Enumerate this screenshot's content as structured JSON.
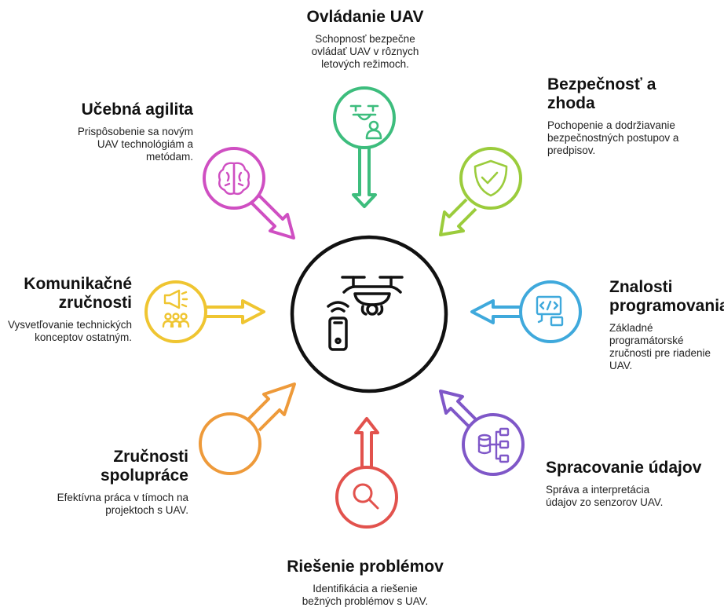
{
  "center": {
    "icon": "drone-with-remote-icon"
  },
  "skills": [
    {
      "key": "ovladanie",
      "title": "Ovládanie UAV",
      "description": "Schopnosť bezpečne ovládať UAV v rôznych letových režimoch.",
      "color": "#3dbd7d",
      "icon": "drone-pilot-icon"
    },
    {
      "key": "bezpecnost",
      "title": "Bezpečnosť a zhoda",
      "description": "Pochopenie a dodržiavanie bezpečnostných postupov a predpisov.",
      "color": "#9bcc3c",
      "icon": "shield-check-icon"
    },
    {
      "key": "programovanie",
      "title": "Znalosti programovania",
      "description": "Základné programátorské zručnosti pre riadenie UAV.",
      "color": "#3fa9dc",
      "icon": "code-monitor-icon"
    },
    {
      "key": "udaje",
      "title": "Spracovanie údajov",
      "description": "Správa a interpretácia údajov zo senzorov UAV.",
      "color": "#7f57c8",
      "icon": "database-hierarchy-icon"
    },
    {
      "key": "problemy",
      "title": "Riešenie problémov",
      "description": "Identifikácia a riešenie bežných problémov s UAV.",
      "color": "#e2524d",
      "icon": "magnifier-icon"
    },
    {
      "key": "spolupraca",
      "title": "Zručnosti spolupráce",
      "description": "Efektívna práca v tímoch na projektoch s UAV.",
      "color": "#ee9a3a",
      "icon": ""
    },
    {
      "key": "komunikacia",
      "title": "Komunikačné zručnosti",
      "description": "Vysvetľovanie technických konceptov ostatným.",
      "color": "#efc531",
      "icon": "megaphone-team-icon"
    },
    {
      "key": "agilita",
      "title": "Učebná agilita",
      "description": "Prispôsobenie sa novým UAV technológiám a metódam.",
      "color": "#cf4fc2",
      "icon": "brain-icon"
    }
  ]
}
